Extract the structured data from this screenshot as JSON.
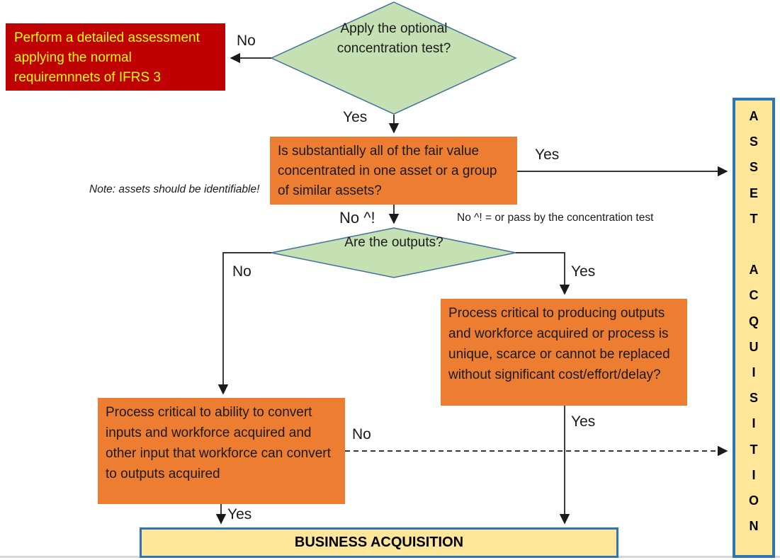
{
  "colors": {
    "red_box_bg": "#c00000",
    "red_box_text": "#ffff00",
    "orange_bg": "#ed7d31",
    "green_bg": "#c5e0b3",
    "green_border": "#41719c",
    "yellow_bg": "#ffe699",
    "blue_border": "#2e75b6",
    "text": "#1a1a1a",
    "line": "#1a1a1a"
  },
  "nodes": {
    "detailed_assessment": {
      "text": "Perform a detailed assessment applying the normal requiremnnets of IFRS 3"
    },
    "concentration_test": {
      "text": "Apply the optional concentration test?"
    },
    "fair_value": {
      "text": "Is substantially all of the fair value concentrated in one asset or a group of similar assets?"
    },
    "outputs_question": {
      "text": "Are the outputs?"
    },
    "process_inputs": {
      "text": "Process critical to ability to convert inputs and workforce acquired and other input that workforce can convert to outputs acquired"
    },
    "process_outputs": {
      "text": "Process critical to producing outputs and workforce acquired or process is unique, scarce or cannot be replaced without significant cost/effort/delay?"
    },
    "business_acquisition": {
      "text": "BUSINESS ACQUISITION"
    },
    "asset_acquisition": {
      "text": "A\nS\nS\nE\nT\n\nA\nC\nQ\nU\nI\nS\nI\nT\nI\nO\nN",
      "label": "ASSET ACQUISITION"
    }
  },
  "notes": {
    "identifiable": "Note: assets should be identifiable!",
    "legend": "No ^! = or pass by the concentration test"
  },
  "labels": {
    "no_concentration": "No",
    "yes_concentration": "Yes",
    "yes_fair_value": "Yes",
    "no_fair_value": "No ^!",
    "no_outputs": "No",
    "yes_outputs": "Yes",
    "yes_process_outputs": "Yes",
    "no_process_inputs": "No",
    "yes_process_inputs": "Yes"
  }
}
